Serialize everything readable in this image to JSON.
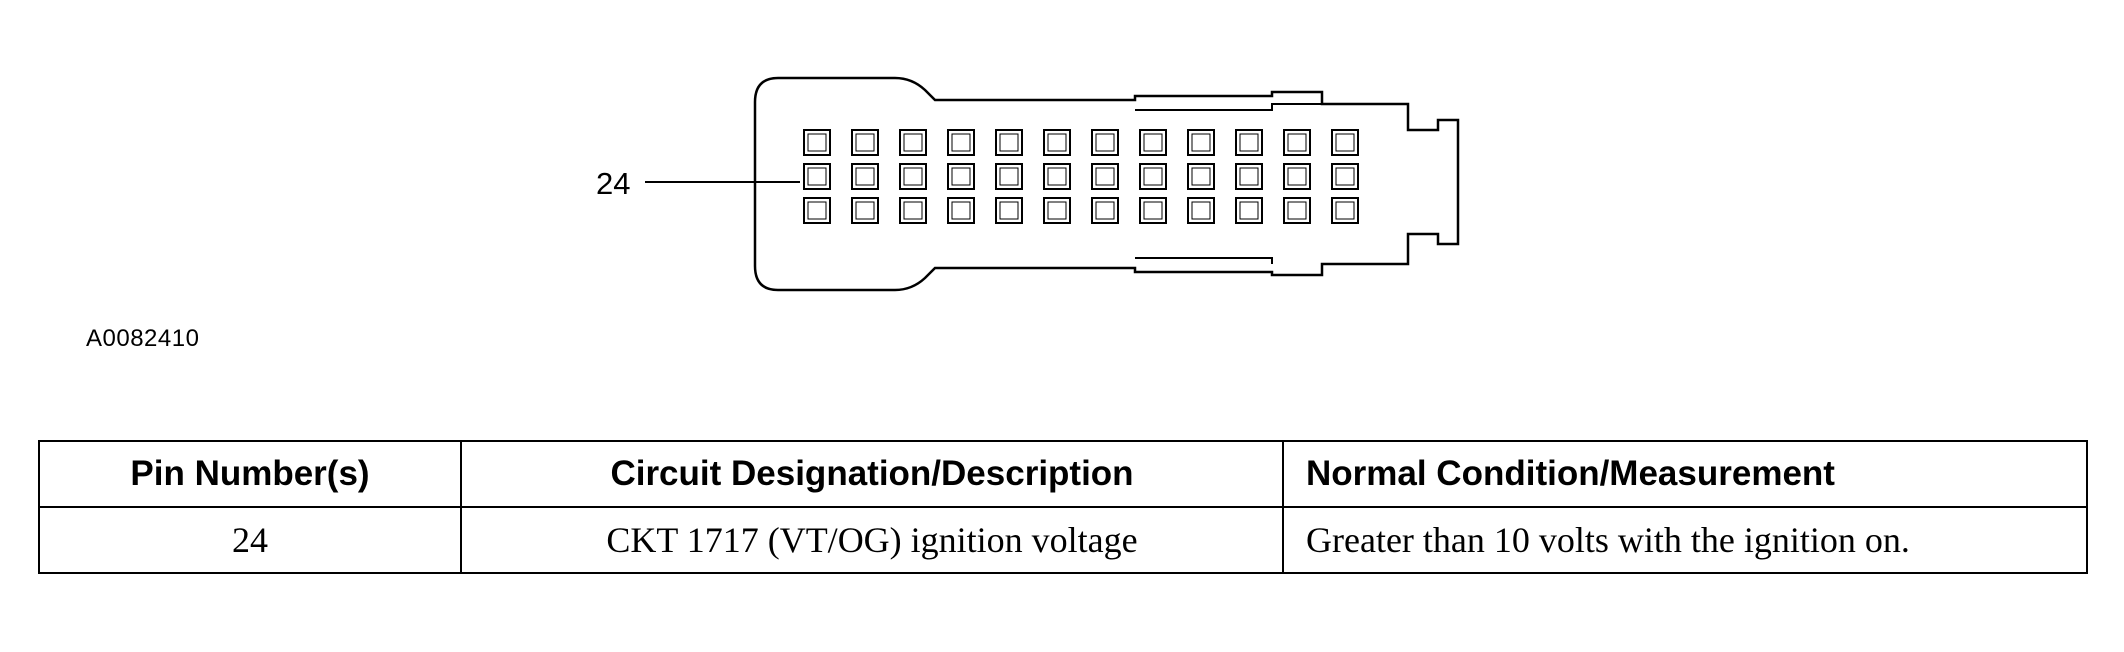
{
  "diagram": {
    "callout_label": "24",
    "figure_id": "A0082410"
  },
  "table": {
    "headers": [
      "Pin Number(s)",
      "Circuit Designation/Description",
      "Normal Condition/Measurement"
    ],
    "rows": [
      [
        "24",
        "CKT 1717 (VT/OG) ignition voltage",
        "Greater than 10 volts with the ignition on."
      ]
    ]
  }
}
